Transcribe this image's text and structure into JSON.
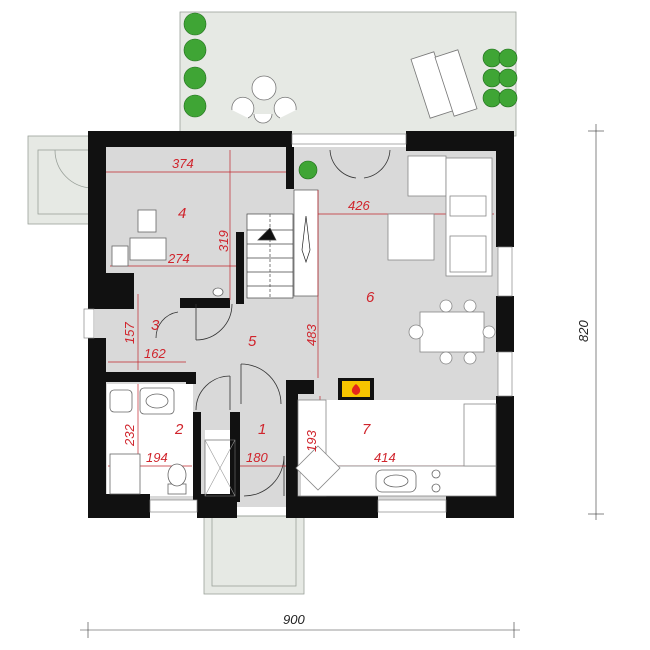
{
  "colors": {
    "wall": "#111111",
    "floor": "#d9d9d9",
    "terrace": "#e6e9e4",
    "dimension_line": "#c0262d",
    "label_red": "#d0242c",
    "plant_green": "#3fa535",
    "fireplace_yellow": "#f6c400",
    "fireplace_flame": "#e4271c"
  },
  "rooms": [
    {
      "id": "room-1",
      "label": "1"
    },
    {
      "id": "room-2",
      "label": "2"
    },
    {
      "id": "room-3",
      "label": "3"
    },
    {
      "id": "room-4",
      "label": "4"
    },
    {
      "id": "room-5",
      "label": "5"
    },
    {
      "id": "room-6",
      "label": "6"
    },
    {
      "id": "room-7",
      "label": "7"
    }
  ],
  "dimensions": {
    "room4_width": "374",
    "room4_height": "319",
    "room4_inner": "274",
    "room6_width": "426",
    "room6_depth": "483",
    "room3_height": "157",
    "room3_width": "162",
    "room2_height": "232",
    "room2_width": "194",
    "room1_width": "180",
    "room7_height": "193",
    "room7_width": "414"
  },
  "overall": {
    "width": "900",
    "depth": "820"
  },
  "icons": [
    "plant-icon",
    "fireplace-icon",
    "table-icon",
    "sofa-icon",
    "toilet-icon",
    "sink-icon",
    "stove-icon",
    "lounger-icon"
  ]
}
